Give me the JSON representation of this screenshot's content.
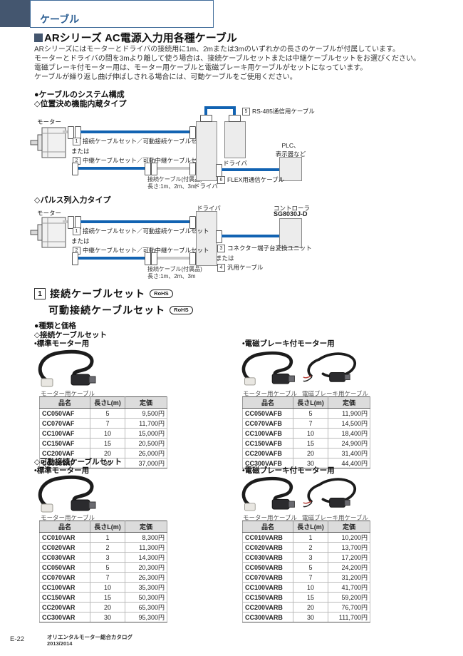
{
  "header": {
    "tab_label": "ケーブル",
    "title": "ARシリーズ AC電源入力用各種ケーブル",
    "intro_lines": [
      "ARシリーズにはモーターとドライバの接続用に1m、2mまたは3mのいずれかの長さのケーブルが付属しています。",
      "モーターとドライバの間を3mより離して使う場合は、接続ケーブルセットまたは中継ケーブルセットをお選びください。",
      "電磁ブレーキ付モーター用は、モーター用ケーブルと電磁ブレーキ用ケーブルがセットになっています。",
      "ケーブルが繰り返し曲げ伸ばしされる場合には、可動ケーブルをご使用ください。"
    ]
  },
  "system": {
    "heading": "●ケーブルのシステム構成",
    "labels": {
      "motor": "モーター",
      "driver": "ドライバ",
      "or": "または",
      "item1_no": "1",
      "item1": "接続ケーブルセット／可動接続ケーブルセット",
      "item2_no": "2",
      "item2": "中継ケーブルセット／可動中継ケーブルセット",
      "included1": "接続ケーブル(付属品)",
      "included2": "長さ:1m、2m、3m"
    },
    "diagram1": {
      "subtitle": "◇位置決め機能内蔵タイプ",
      "item5_no": "5",
      "item5": "RS-485通信用ケーブル",
      "item6_no": "6",
      "item6": "FLEX用通信ケーブル",
      "plc1": "PLC、",
      "plc2": "表示器など"
    },
    "diagram2": {
      "subtitle": "◇パルス列入力タイプ",
      "item3_no": "3",
      "item3": "コネクター端子台変換ユニット",
      "item4_no": "4",
      "item4": "汎用ケーブル",
      "controller": "コントローラ",
      "controller_model": "SG8030J-D"
    }
  },
  "section1": {
    "no": "1",
    "title_line1": "接続ケーブルセット",
    "title_line2": "可動接続ケーブルセット",
    "rohs": "RoHS",
    "types_heading": "●種類と価格",
    "connect_heading": "◇接続ケーブルセット",
    "flex_heading": "◇可動接続ケーブルセット",
    "std_motor": "•標準モーター用",
    "brake_motor": "•電磁ブレーキ付モーター用",
    "motor_cable_caption": "モーター用ケーブル",
    "brake_cable_caption": "電磁ブレーキ用ケーブル",
    "col_headers": [
      "品名",
      "長さL(m)",
      "定価"
    ],
    "connect_std_rows": [
      [
        "CC050VAF",
        "5",
        "9,500円"
      ],
      [
        "CC070VAF",
        "7",
        "11,700円"
      ],
      [
        "CC100VAF",
        "10",
        "15,000円"
      ],
      [
        "CC150VAF",
        "15",
        "20,500円"
      ],
      [
        "CC200VAF",
        "20",
        "26,000円"
      ],
      [
        "CC300VAF",
        "30",
        "37,000円"
      ]
    ],
    "connect_brake_rows": [
      [
        "CC050VAFB",
        "5",
        "11,900円"
      ],
      [
        "CC070VAFB",
        "7",
        "14,500円"
      ],
      [
        "CC100VAFB",
        "10",
        "18,400円"
      ],
      [
        "CC150VAFB",
        "15",
        "24,900円"
      ],
      [
        "CC200VAFB",
        "20",
        "31,400円"
      ],
      [
        "CC300VAFB",
        "30",
        "44,400円"
      ]
    ],
    "flex_std_rows": [
      [
        "CC010VAR",
        "1",
        "8,300円"
      ],
      [
        "CC020VAR",
        "2",
        "11,300円"
      ],
      [
        "CC030VAR",
        "3",
        "14,300円"
      ],
      [
        "CC050VAR",
        "5",
        "20,300円"
      ],
      [
        "CC070VAR",
        "7",
        "26,300円"
      ],
      [
        "CC100VAR",
        "10",
        "35,300円"
      ],
      [
        "CC150VAR",
        "15",
        "50,300円"
      ],
      [
        "CC200VAR",
        "20",
        "65,300円"
      ],
      [
        "CC300VAR",
        "30",
        "95,300円"
      ]
    ],
    "flex_brake_rows": [
      [
        "CC010VARB",
        "1",
        "10,200円"
      ],
      [
        "CC020VARB",
        "2",
        "13,700円"
      ],
      [
        "CC030VARB",
        "3",
        "17,200円"
      ],
      [
        "CC050VARB",
        "5",
        "24,200円"
      ],
      [
        "CC070VARB",
        "7",
        "31,200円"
      ],
      [
        "CC100VARB",
        "10",
        "41,700円"
      ],
      [
        "CC150VARB",
        "15",
        "59,200円"
      ],
      [
        "CC200VARB",
        "20",
        "76,700円"
      ],
      [
        "CC300VARB",
        "30",
        "111,700円"
      ]
    ]
  },
  "footer": {
    "page_no": "E-22",
    "catalog_line1": "オリエンタルモーター総合カタログ",
    "catalog_line2": "2013/2014"
  },
  "colors": {
    "accent_navy": "#44566f",
    "tab_border_blue": "#3f6b99",
    "tab_text_blue": "#2e6094",
    "cable_blue": "#1263b2",
    "cable_gray": "#c9c9c9",
    "table_header_bg": "#dcdcdc"
  }
}
